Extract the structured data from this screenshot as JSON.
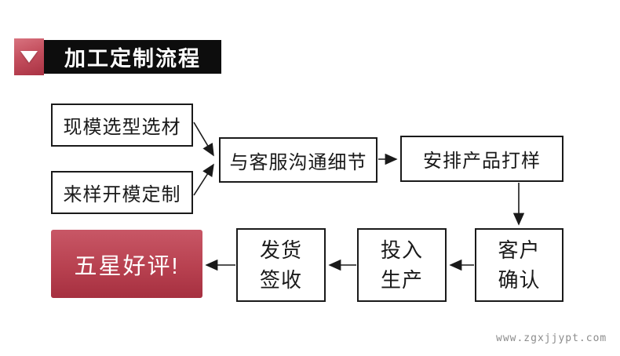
{
  "header": {
    "title": "加工定制流程",
    "marker_icon": "triangle-down-icon"
  },
  "flow": {
    "steps": [
      {
        "id": "existing-mold",
        "label": "现模选型选材"
      },
      {
        "id": "sample-mold",
        "label": "来样开模定制"
      },
      {
        "id": "contact-service",
        "label": "与客服沟通细节"
      },
      {
        "id": "arrange-sample",
        "label": "安排产品打样"
      },
      {
        "id": "customer-confirm",
        "label": "客户\n确认"
      },
      {
        "id": "production",
        "label": "投入\n生产"
      },
      {
        "id": "ship-sign",
        "label": "发货\n签收"
      }
    ],
    "final_step": {
      "id": "five-star-review",
      "label": "五星好评!"
    }
  },
  "watermark": "www.zgxjjypt.com",
  "colors": {
    "accent_red_light": "#d8737f",
    "accent_red_dark": "#a93243",
    "banner_black": "#0d0d0d",
    "final_red_top": "#c85766",
    "final_red_bottom": "#a63040",
    "line_black": "#1a1a1a",
    "watermark_gray": "#8c8c8c"
  }
}
